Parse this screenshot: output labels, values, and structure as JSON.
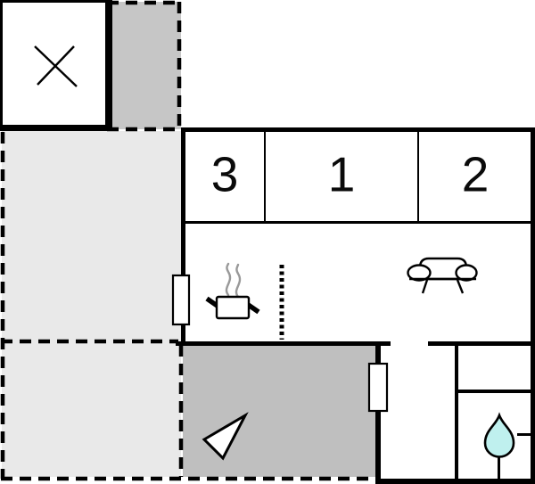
{
  "plan": {
    "rooms": [
      {
        "name": "bedroom-3",
        "label": "3"
      },
      {
        "name": "room-1",
        "label": "1"
      },
      {
        "name": "bedroom-2",
        "label": "2"
      }
    ],
    "icons": {
      "annex_cross": "cross-icon",
      "stove": "stove-pot-icon",
      "stairs": "stairs-dashed-icon",
      "sofa": "sofa-icon",
      "compass": "compass-arrow-icon",
      "water": "water-drop-icon",
      "windows": "window-icon"
    },
    "colors": {
      "wall": "#000000",
      "terrace_light": "#e9e9e9",
      "storage_gray": "#c6c6c6",
      "veranda_gray": "#bfbfbf",
      "water_drop_fill": "#bff0ee",
      "steam_gray": "#999999",
      "room_white": "#ffffff"
    }
  }
}
